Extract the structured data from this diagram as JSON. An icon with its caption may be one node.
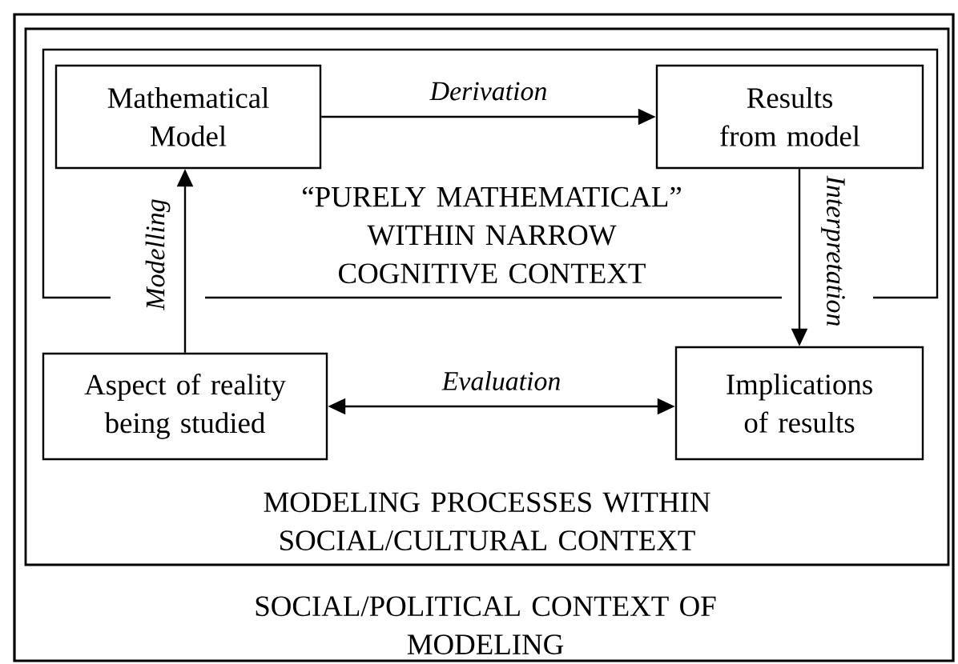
{
  "diagram": {
    "nodes": [
      {
        "text": [
          "SOCIAL/POLITICAL CONTEXT OF MODELING"
        ]
      },
      {
        "text": [
          "MODELING PROCESSES WITHIN SOCIAL/CULTURAL CONTEXT"
        ],
        "in": 0
      },
      {
        "text": [
          "“PURELY MATHEMATICAL” WITHIN NARROW COGNITIVE CONTEXT"
        ],
        "in": 1
      },
      {
        "text": [
          "Mathematical Model"
        ],
        "in": 2
      },
      {
        "text": [
          "Results from model"
        ],
        "in": 2
      },
      {
        "text": [
          "Aspect of reality being studied"
        ],
        "in": 1
      },
      {
        "text": [
          "Implications of results"
        ],
        "in": 1
      }
    ],
    "edges": [
      {
        "from": 3,
        "to": 4,
        "arrow": "to",
        "label": "Derivation"
      },
      {
        "from": 4,
        "to": 6,
        "arrow": "to",
        "label": "Interpretation"
      },
      {
        "from": 5,
        "to": 3,
        "arrow": "to",
        "label": "Modelling"
      },
      {
        "from": 5,
        "to": 6,
        "arrow": "both",
        "label": "Evaluation"
      }
    ]
  }
}
